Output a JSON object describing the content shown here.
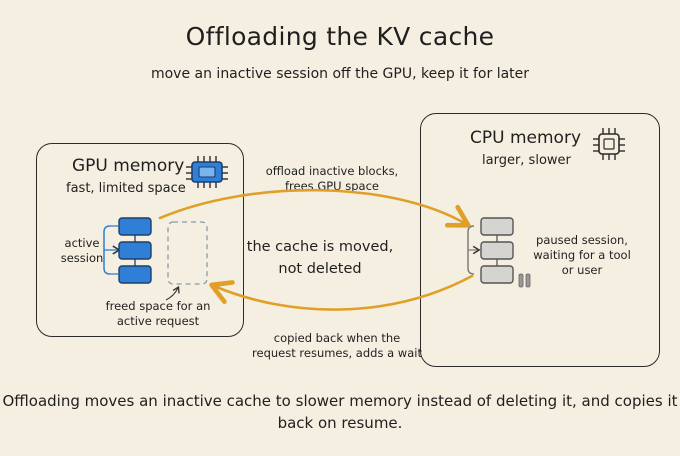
{
  "title": "Offloading the KV cache",
  "subtitle": "move an inactive session off the GPU, keep it for later",
  "gpu": {
    "title": "GPU memory",
    "subtitle": "fast, limited space",
    "active_label": "active session",
    "freed_label": "freed space for an active request",
    "icon": "gpu-chip-icon"
  },
  "cpu": {
    "title": "CPU memory",
    "subtitle": "larger, slower",
    "paused_label": "paused session, waiting for a tool or user",
    "icon": "cpu-chip-icon"
  },
  "arrows": {
    "offload_label": "offload inactive blocks, frees GPU space",
    "copyback_label": "copied back when the request resumes, adds a wait"
  },
  "center_note": "the cache is moved, not deleted",
  "footer": "Offloading moves an inactive cache to slower memory instead of deleting it, and copies it back on resume.",
  "colors": {
    "background": "#f5efe1",
    "active_block": "#2f7fd6",
    "paused_block": "#d6d4d0",
    "arrow": "#e0a028"
  }
}
